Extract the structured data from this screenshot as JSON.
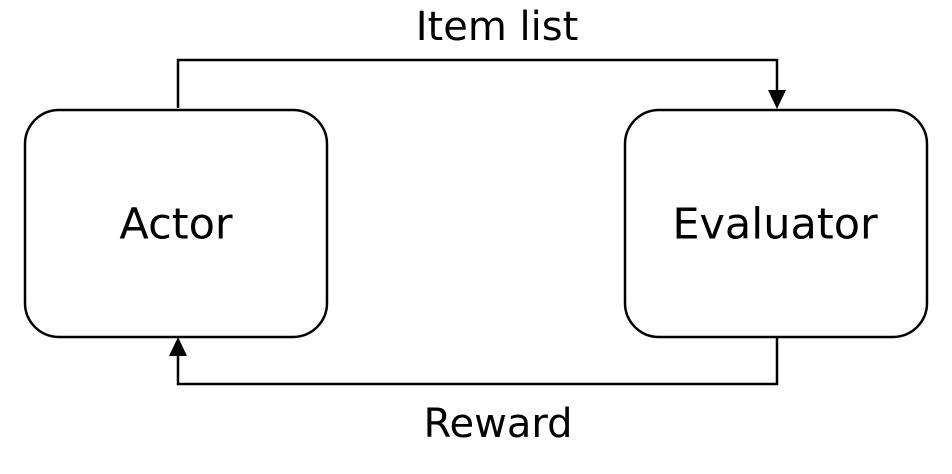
{
  "diagram": {
    "nodes": [
      {
        "id": "actor",
        "label": "Actor"
      },
      {
        "id": "evaluator",
        "label": "Evaluator"
      }
    ],
    "edges": [
      {
        "from": "actor",
        "to": "evaluator",
        "label": "Item list"
      },
      {
        "from": "evaluator",
        "to": "actor",
        "label": "Reward"
      }
    ],
    "colors": {
      "stroke": "#000000",
      "fill": "#ffffff",
      "text": "#000000"
    }
  }
}
